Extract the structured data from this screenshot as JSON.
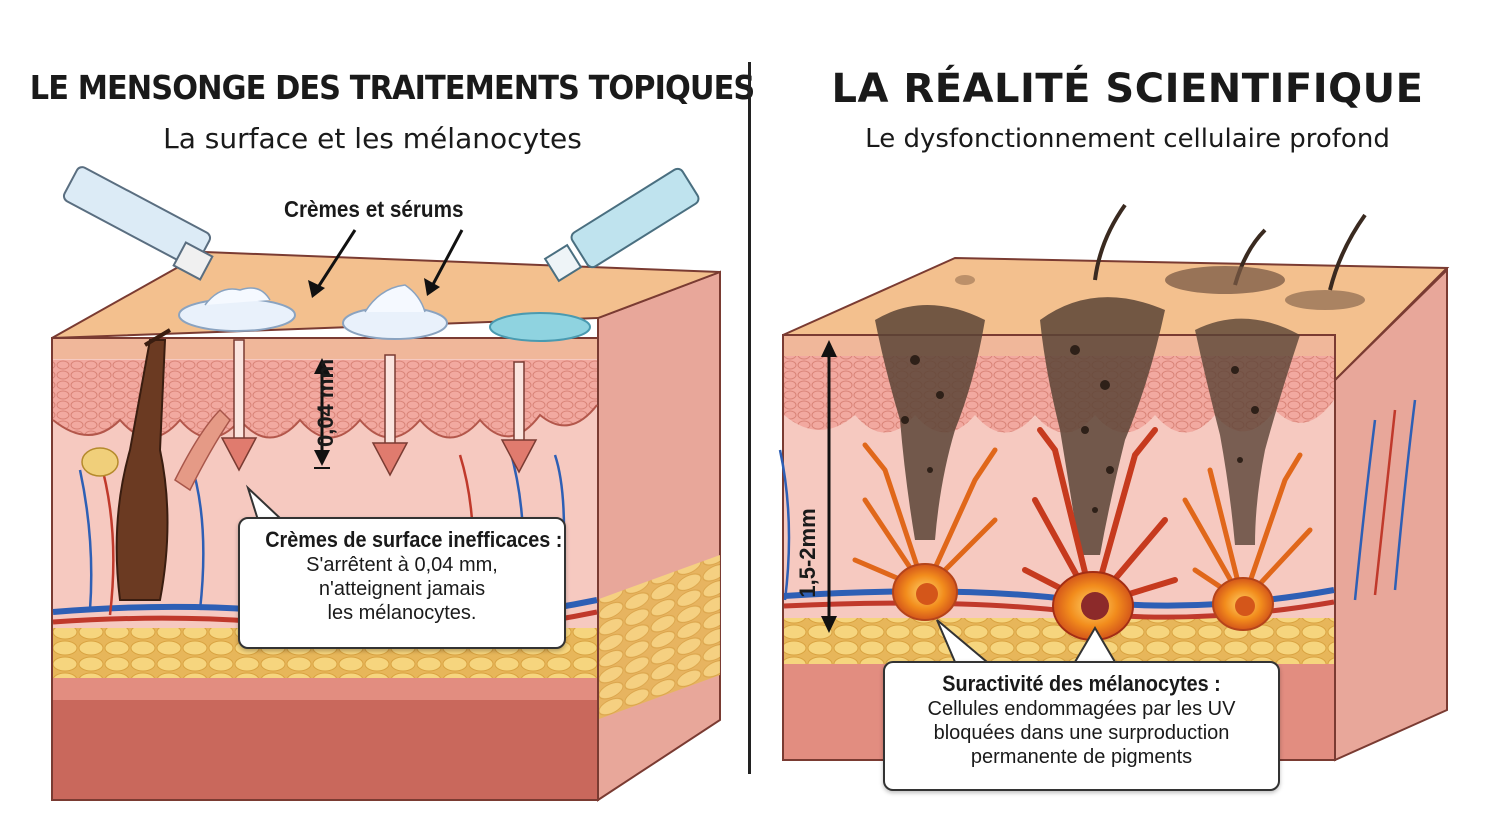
{
  "left": {
    "title": "LE MENSONGE DES TRAITEMENTS TOPIQUES",
    "subtitle": "La surface et les mélanocytes",
    "creams_label": "Crèmes et sérums",
    "depth_label": "0,04 mm",
    "callout": {
      "heading": "Crèmes de surface inefficaces :",
      "line1": "S'arrêtent à 0,04 mm,",
      "line2": "n'atteignent jamais",
      "line3": "les mélanocytes."
    }
  },
  "right": {
    "title": "LA RÉALITÉ SCIENTIFIQUE",
    "subtitle": "Le dysfonctionnement cellulaire profond",
    "depth_label": "1,5-2mm",
    "callout": {
      "heading": "Suractivité des mélanocytes :",
      "line1": "Cellules endommagées par les UV",
      "line2": "bloquées dans une surproduction",
      "line3": "permanente de pigments"
    }
  },
  "colors": {
    "skin_top": "#f3c08e",
    "epidermis": "#f0a49a",
    "dermis": "#f6c9c0",
    "fat": "#f4d27a",
    "vein": "#2e5fb5",
    "artery": "#c0392b",
    "melanocyte": "#f28c1c",
    "pigment": "#5a4436",
    "arrow": "#e07b6e"
  }
}
